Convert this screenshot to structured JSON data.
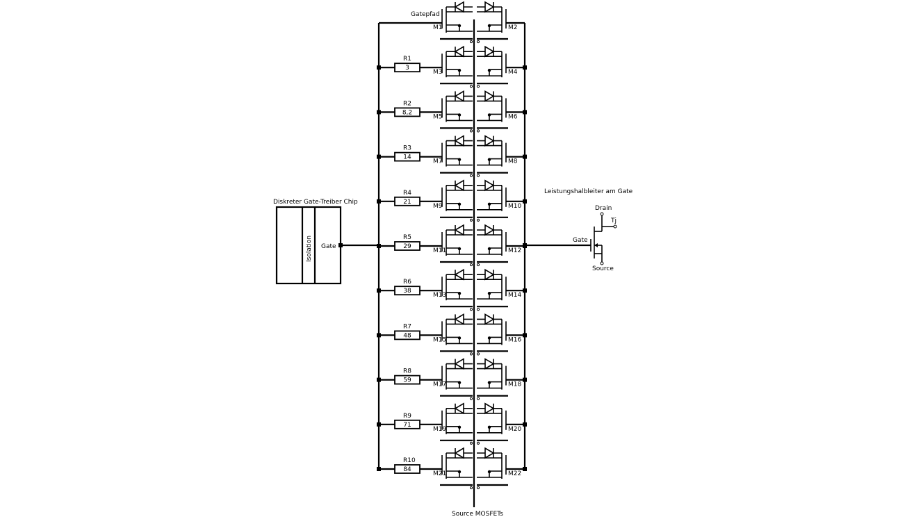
{
  "labels": {
    "gate_path": "Gatepfad",
    "driver_chip": "Diskreter Gate-Treiber Chip",
    "isolation": "Isolation",
    "driver_gate": "Gate",
    "power_semiconductor": "Leistungshalbleiter am Gate",
    "drain": "Drain",
    "tj": "Tj",
    "gate": "Gate",
    "source": "Source",
    "source_mosfets": "Source MOSFETs"
  },
  "resistors": [
    {
      "name": "R1",
      "value": "3"
    },
    {
      "name": "R2",
      "value": "8,2"
    },
    {
      "name": "R3",
      "value": "14"
    },
    {
      "name": "R4",
      "value": "21"
    },
    {
      "name": "R5",
      "value": "29"
    },
    {
      "name": "R6",
      "value": "38"
    },
    {
      "name": "R7",
      "value": "48"
    },
    {
      "name": "R8",
      "value": "59"
    },
    {
      "name": "R9",
      "value": "71"
    },
    {
      "name": "R10",
      "value": "84"
    }
  ],
  "mosfets": [
    {
      "left": "M1",
      "right": "M2"
    },
    {
      "left": "M3",
      "right": "M4"
    },
    {
      "left": "M5",
      "right": "M6"
    },
    {
      "left": "M7",
      "right": "M8"
    },
    {
      "left": "M9",
      "right": "M10"
    },
    {
      "left": "M11",
      "right": "M12"
    },
    {
      "left": "M13",
      "right": "M14"
    },
    {
      "left": "M15",
      "right": "M16"
    },
    {
      "left": "M17",
      "right": "M18"
    },
    {
      "left": "M19",
      "right": "M20"
    },
    {
      "left": "M21",
      "right": "M22"
    }
  ]
}
